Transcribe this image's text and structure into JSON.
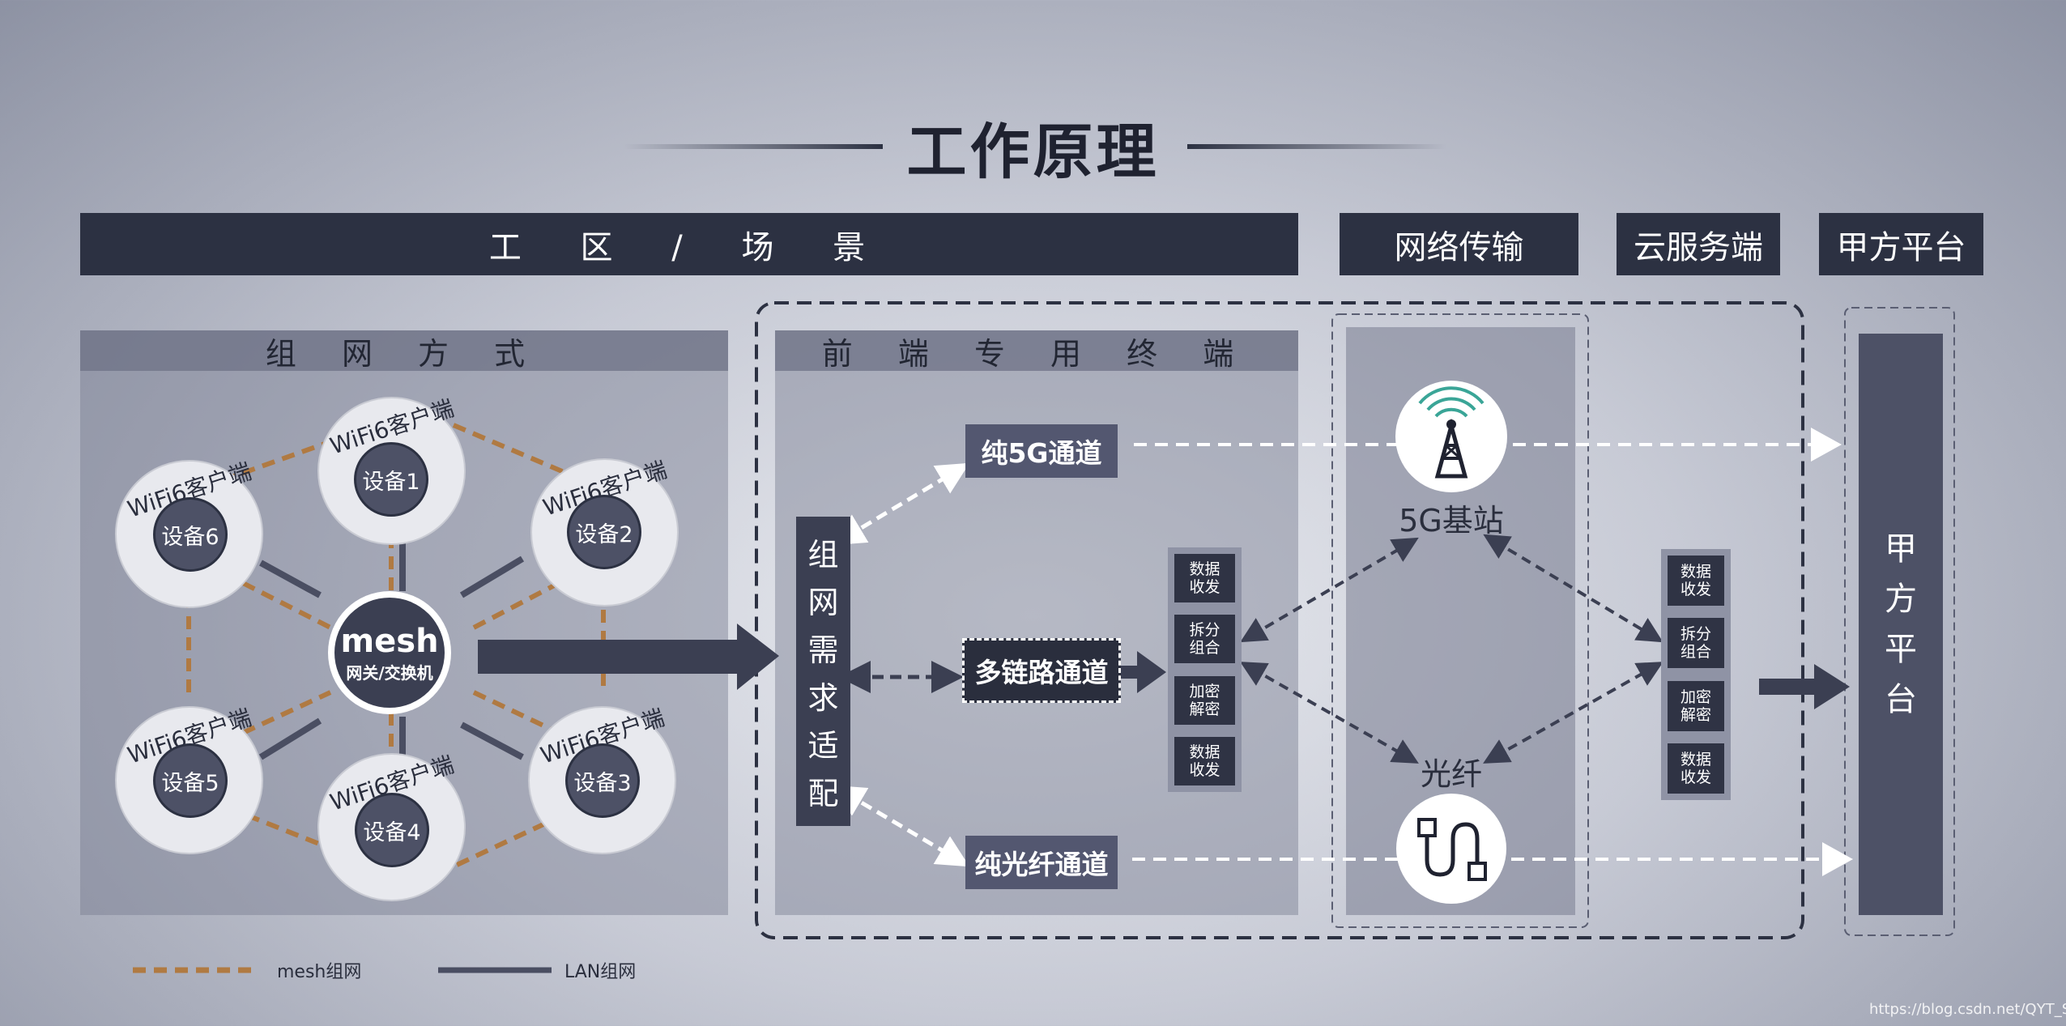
{
  "title": "工作原理",
  "headers": {
    "scene": "工 区 / 场 景",
    "network": "网络传输",
    "cloud": "云服务端",
    "client": "甲方平台"
  },
  "networking": {
    "heading": "组 网 方 式",
    "client_label": "WiFi6客户端",
    "devices": [
      "设备1",
      "设备2",
      "设备3",
      "设备4",
      "设备5",
      "设备6"
    ],
    "mesh_title": "mesh",
    "mesh_subtitle": "网关/交换机"
  },
  "frontend": {
    "heading": "前 端 专 用 终 端",
    "adapter_chars": [
      "组",
      "网",
      "需",
      "求",
      "适",
      "配"
    ],
    "channel_5g": "纯5G通道",
    "channel_multi": "多链路通道",
    "channel_fiber": "纯光纤通道",
    "stack": [
      "数据\n收发",
      "拆分\n组合",
      "加密\n解密",
      "数据\n收发"
    ]
  },
  "transport": {
    "base_station": "5G基站",
    "fiber": "光纤"
  },
  "cloud_stack": [
    "数据\n收发",
    "拆分\n组合",
    "加密\n解密",
    "数据\n收发"
  ],
  "platform_chars": [
    "甲",
    "方",
    "平",
    "台"
  ],
  "legend": {
    "mesh": "mesh组网",
    "lan": "LAN组网"
  },
  "watermark": "https://blog.csdn.net/QYT_SMRZ",
  "colors": {
    "dark": "#2c3142",
    "mesh_line": "#b07a42",
    "lan_line": "#4a4e62",
    "signal": "#3aa597"
  }
}
